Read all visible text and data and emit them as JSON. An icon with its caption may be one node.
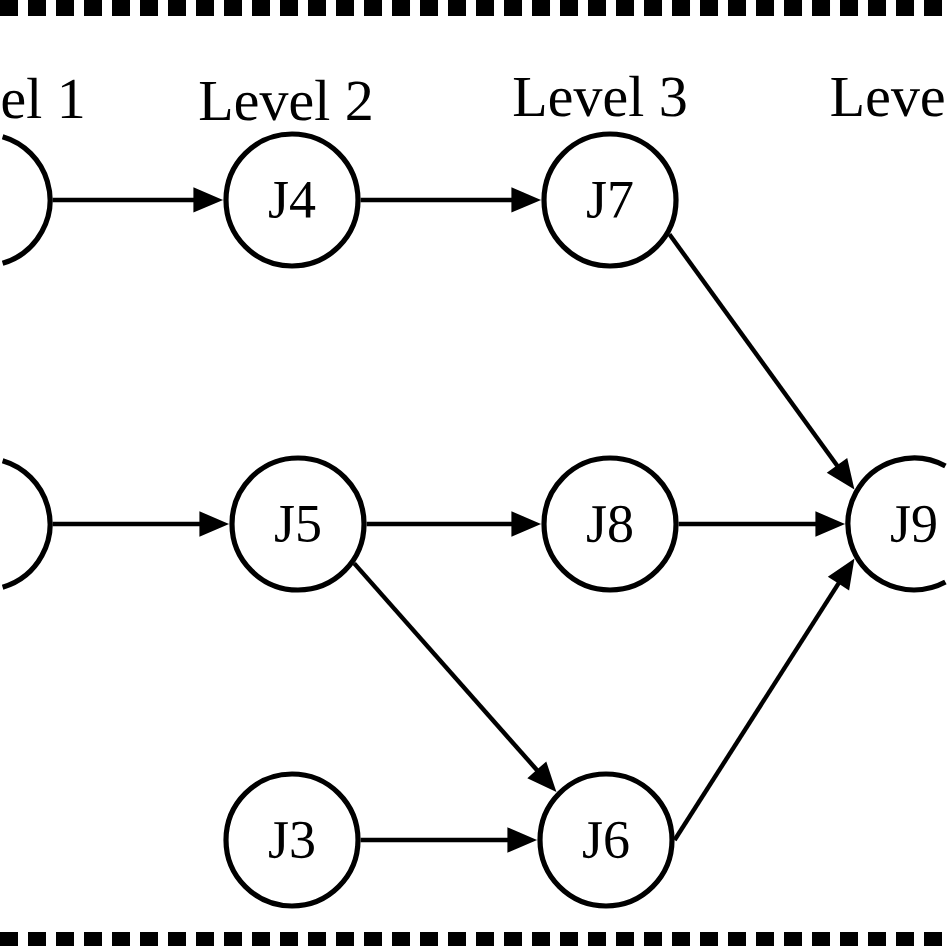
{
  "diagram": {
    "nodes": [
      {
        "text": [],
        "shape": "circle"
      },
      {
        "text": [
          "J4"
        ]
      },
      {
        "text": [
          "J7"
        ]
      },
      {
        "text": [],
        "shape": "circle"
      },
      {
        "text": [
          "J5"
        ]
      },
      {
        "text": [
          "J8"
        ]
      },
      {
        "text": [
          "J9"
        ]
      },
      {
        "text": [
          "J3"
        ]
      },
      {
        "text": [
          "J6"
        ]
      }
    ],
    "edges": [
      {
        "from": 0,
        "to": 1,
        "arrow": "to"
      },
      {
        "from": 1,
        "to": 2,
        "arrow": "to"
      },
      {
        "from": 2,
        "to": 6,
        "arrow": "to"
      },
      {
        "from": 3,
        "to": 4,
        "arrow": "to"
      },
      {
        "from": 4,
        "to": 5,
        "arrow": "to"
      },
      {
        "from": 4,
        "to": 8,
        "arrow": "to"
      },
      {
        "from": 5,
        "to": 6,
        "arrow": "to"
      },
      {
        "from": 7,
        "to": 8,
        "arrow": "to"
      },
      {
        "from": 8,
        "to": 6,
        "arrow": "to"
      }
    ],
    "labels": [
      "el 1",
      "Level 2",
      "Level 3",
      "Leve"
    ]
  }
}
